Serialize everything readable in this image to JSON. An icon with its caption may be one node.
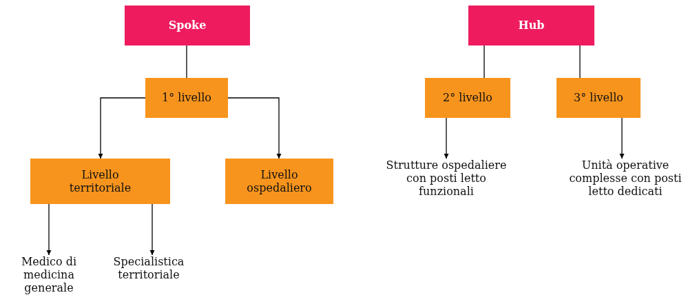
{
  "diagram": {
    "nodes": [
      {
        "text": [
          "Spoke"
        ]
      },
      {
        "text": [
          "1° livello"
        ]
      },
      {
        "text": [
          "Livello territoriale"
        ]
      },
      {
        "text": [
          "Livello ospedaliero"
        ]
      },
      {
        "text": [
          "Medico di medicina generale"
        ]
      },
      {
        "text": [
          "Specialistica territoriale"
        ]
      },
      {
        "text": [
          "Hub"
        ]
      },
      {
        "text": [
          "2° livello"
        ]
      },
      {
        "text": [
          "3° livello"
        ]
      },
      {
        "text": [
          "Strutture ospedaliere con posti letto funzionali"
        ]
      },
      {
        "text": [
          "Unità operative complesse con posti letto dedicati"
        ]
      }
    ],
    "edges": [
      {
        "from": 0,
        "to": 1,
        "arrow": "none"
      },
      {
        "from": 1,
        "to": 2,
        "arrow": "to"
      },
      {
        "from": 1,
        "to": 3,
        "arrow": "to"
      },
      {
        "from": 2,
        "to": 4,
        "arrow": "to"
      },
      {
        "from": 2,
        "to": 5,
        "arrow": "to"
      },
      {
        "from": 6,
        "to": 7,
        "arrow": "none"
      },
      {
        "from": 6,
        "to": 8,
        "arrow": "none"
      },
      {
        "from": 7,
        "to": 9,
        "arrow": "to"
      },
      {
        "from": 8,
        "to": 10,
        "arrow": "to"
      }
    ]
  }
}
